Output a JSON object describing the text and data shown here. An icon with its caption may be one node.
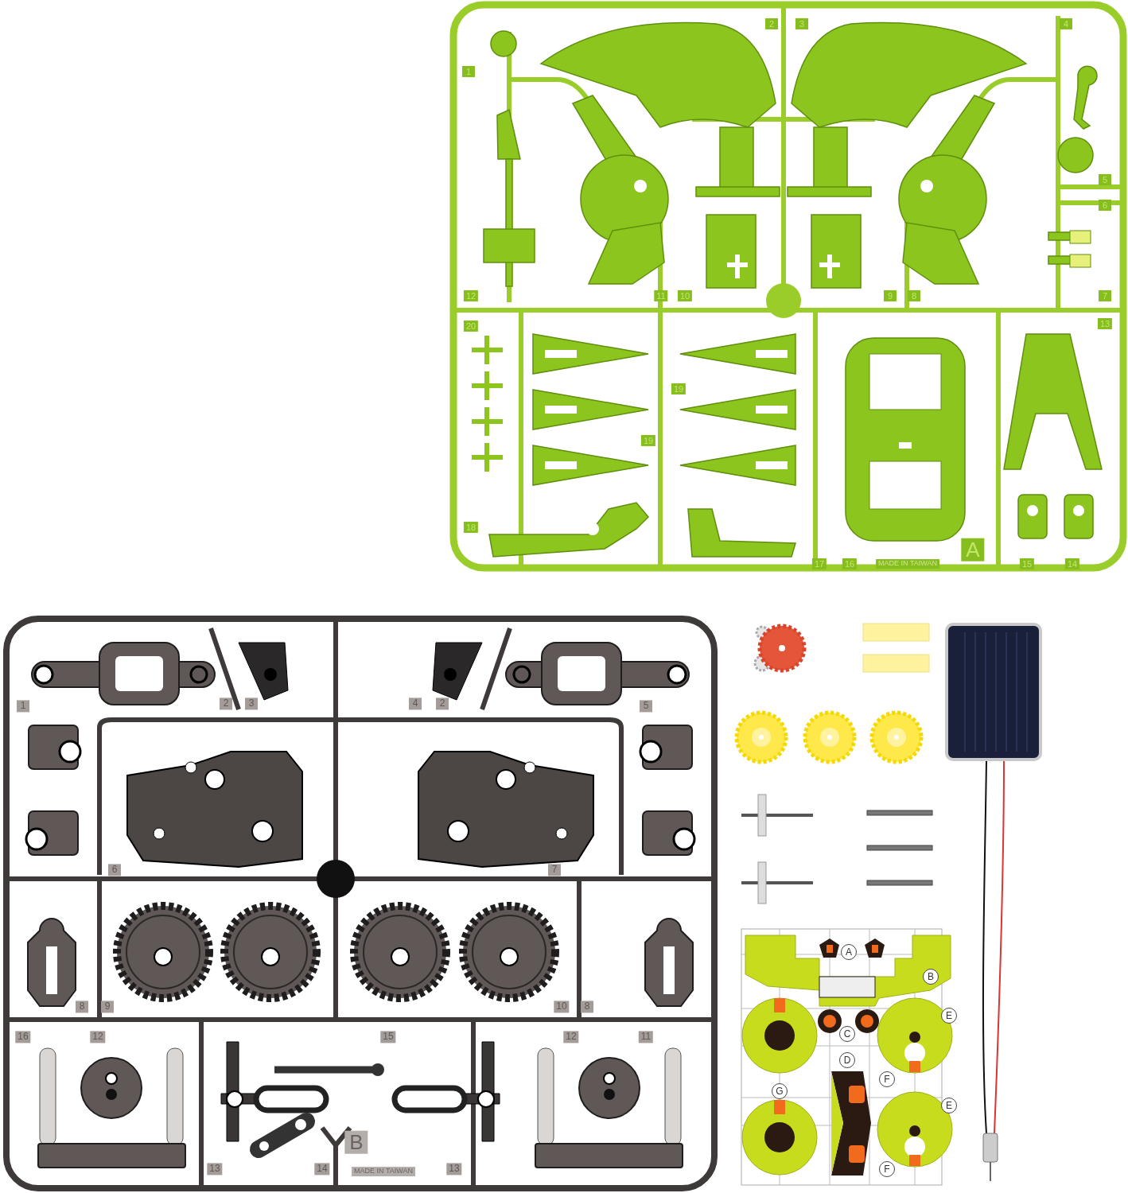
{
  "diagram": {
    "labels": [
      "1",
      "2",
      "3",
      "4",
      "5",
      "6",
      "12",
      "11",
      "10",
      "9",
      "8",
      "7",
      "20",
      "13",
      "19",
      "19",
      "18",
      "17",
      "16",
      "MADE IN TAIWAN",
      "A",
      "15",
      "14",
      "1",
      "2",
      "3",
      "4",
      "2",
      "5",
      "6",
      "7",
      "8",
      "9",
      "10",
      "8",
      "16",
      "12",
      "15",
      "12",
      "11",
      "B",
      "13",
      "14",
      "MADE IN TAIWAN",
      "13",
      "A",
      "B",
      "C",
      "E",
      "D",
      "F",
      "G",
      "E",
      "F"
    ]
  }
}
